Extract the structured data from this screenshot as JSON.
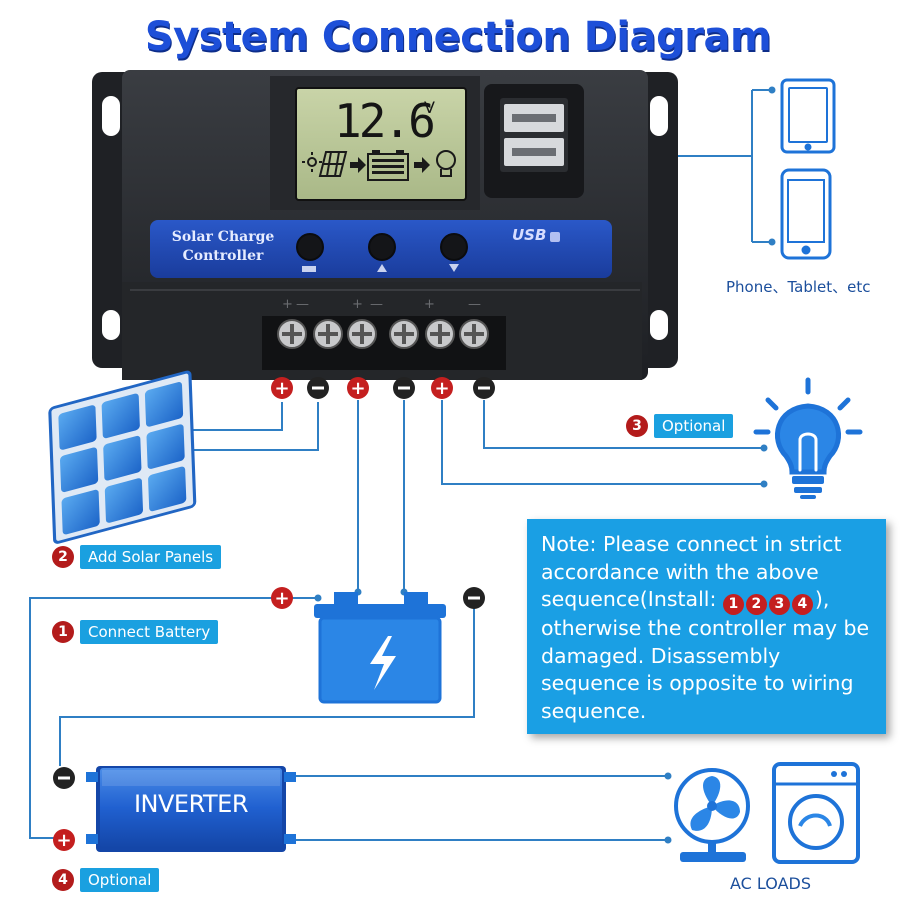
{
  "title": "System Connection Diagram",
  "controller": {
    "lcd_reading": "12.6",
    "lcd_unit": "V",
    "brand_line1": "Solar Charge",
    "brand_line2": "Controller",
    "usb_label": "USB"
  },
  "devices_caption": "Phone、Tablet、etc",
  "steps": [
    {
      "number": "1",
      "label": "Connect Battery"
    },
    {
      "number": "2",
      "label": "Add Solar Panels"
    },
    {
      "number": "3",
      "label": "Optional"
    },
    {
      "number": "4",
      "label": "Optional"
    }
  ],
  "note": {
    "before": "Note: Please connect in strict accordance with the above sequence(Install: ",
    "install_numbers": [
      "1",
      "2",
      "3",
      "4"
    ],
    "after": "), otherwise the controller may be damaged. Disassembly sequence is opposite to wiring sequence."
  },
  "inverter_label": "INVERTER",
  "ac_loads_caption": "AC LOADS",
  "colors": {
    "title": "#1d4fd8",
    "wire": "#2f7fc4",
    "positive_terminal": "#c41f1f",
    "negative_terminal": "#222222",
    "note_background": "#1a9fe4",
    "icon_blue": "#1e73d8"
  }
}
